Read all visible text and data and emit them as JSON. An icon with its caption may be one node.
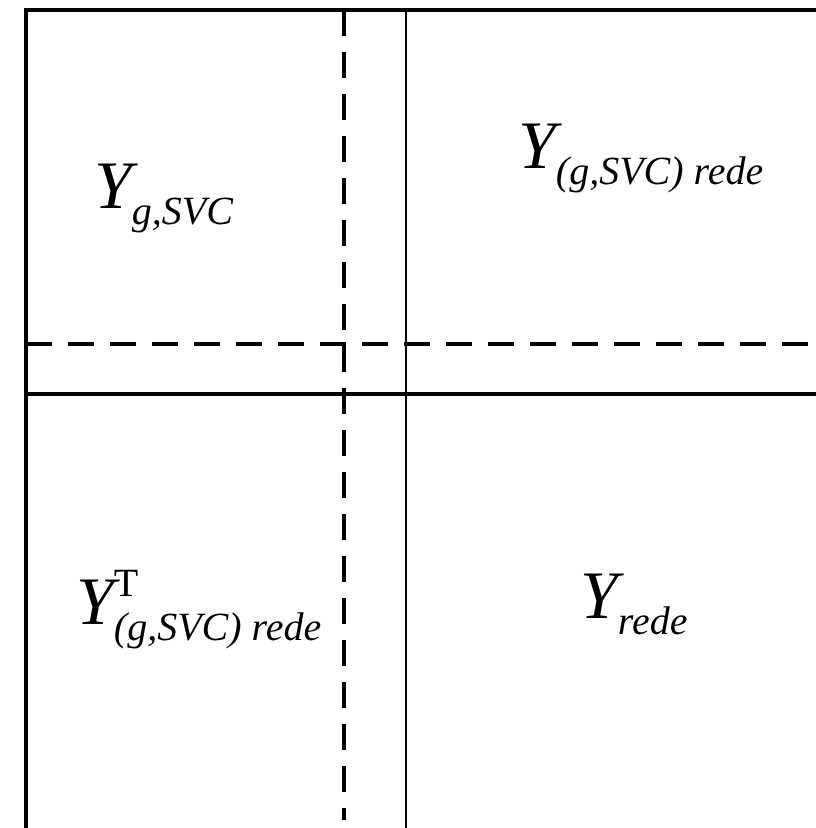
{
  "diagram": {
    "labels": [
      "Y$_{g,SVC}$",
      "Y$_{(g,SVC) rede}$",
      "Y$^{T}$$_{(g,SVC) rede}$",
      "Y$_{rede}$"
    ]
  }
}
